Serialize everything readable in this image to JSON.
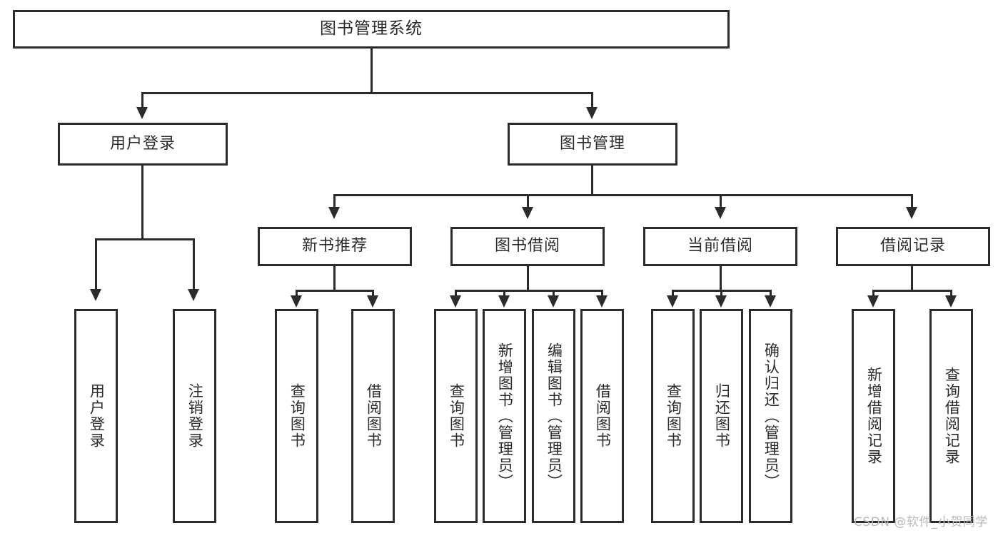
{
  "diagram": {
    "title": "图书管理系统",
    "type": "tree-hierarchy-chart",
    "root": {
      "label": "图书管理系统"
    },
    "level2": [
      {
        "label": "用户登录"
      },
      {
        "label": "图书管理"
      }
    ],
    "level3": [
      {
        "label": "新书推荐"
      },
      {
        "label": "图书借阅"
      },
      {
        "label": "当前借阅"
      },
      {
        "label": "借阅记录"
      }
    ],
    "leaves": {
      "user_login": [
        {
          "label": "用户登录"
        },
        {
          "label": "注销登录"
        }
      ],
      "new_book_recommend": [
        {
          "label": "查询图书"
        },
        {
          "label": "借阅图书"
        }
      ],
      "book_borrow": [
        {
          "label": "查询图书"
        },
        {
          "label": "新增图书（管理员）"
        },
        {
          "label": "编辑图书（管理员）"
        },
        {
          "label": "借阅图书"
        }
      ],
      "current_borrow": [
        {
          "label": "查询图书"
        },
        {
          "label": "归还图书"
        },
        {
          "label": "确认归还（管理员）"
        }
      ],
      "borrow_records": [
        {
          "label": "新增借阅记录"
        },
        {
          "label": "查询借阅记录"
        }
      ]
    }
  },
  "watermark": {
    "text": "CSDN @软件_小贺同学"
  },
  "colors": {
    "stroke": "#2b2b2b",
    "fill": "#ffffff",
    "watermark": "#b9b9b9"
  }
}
